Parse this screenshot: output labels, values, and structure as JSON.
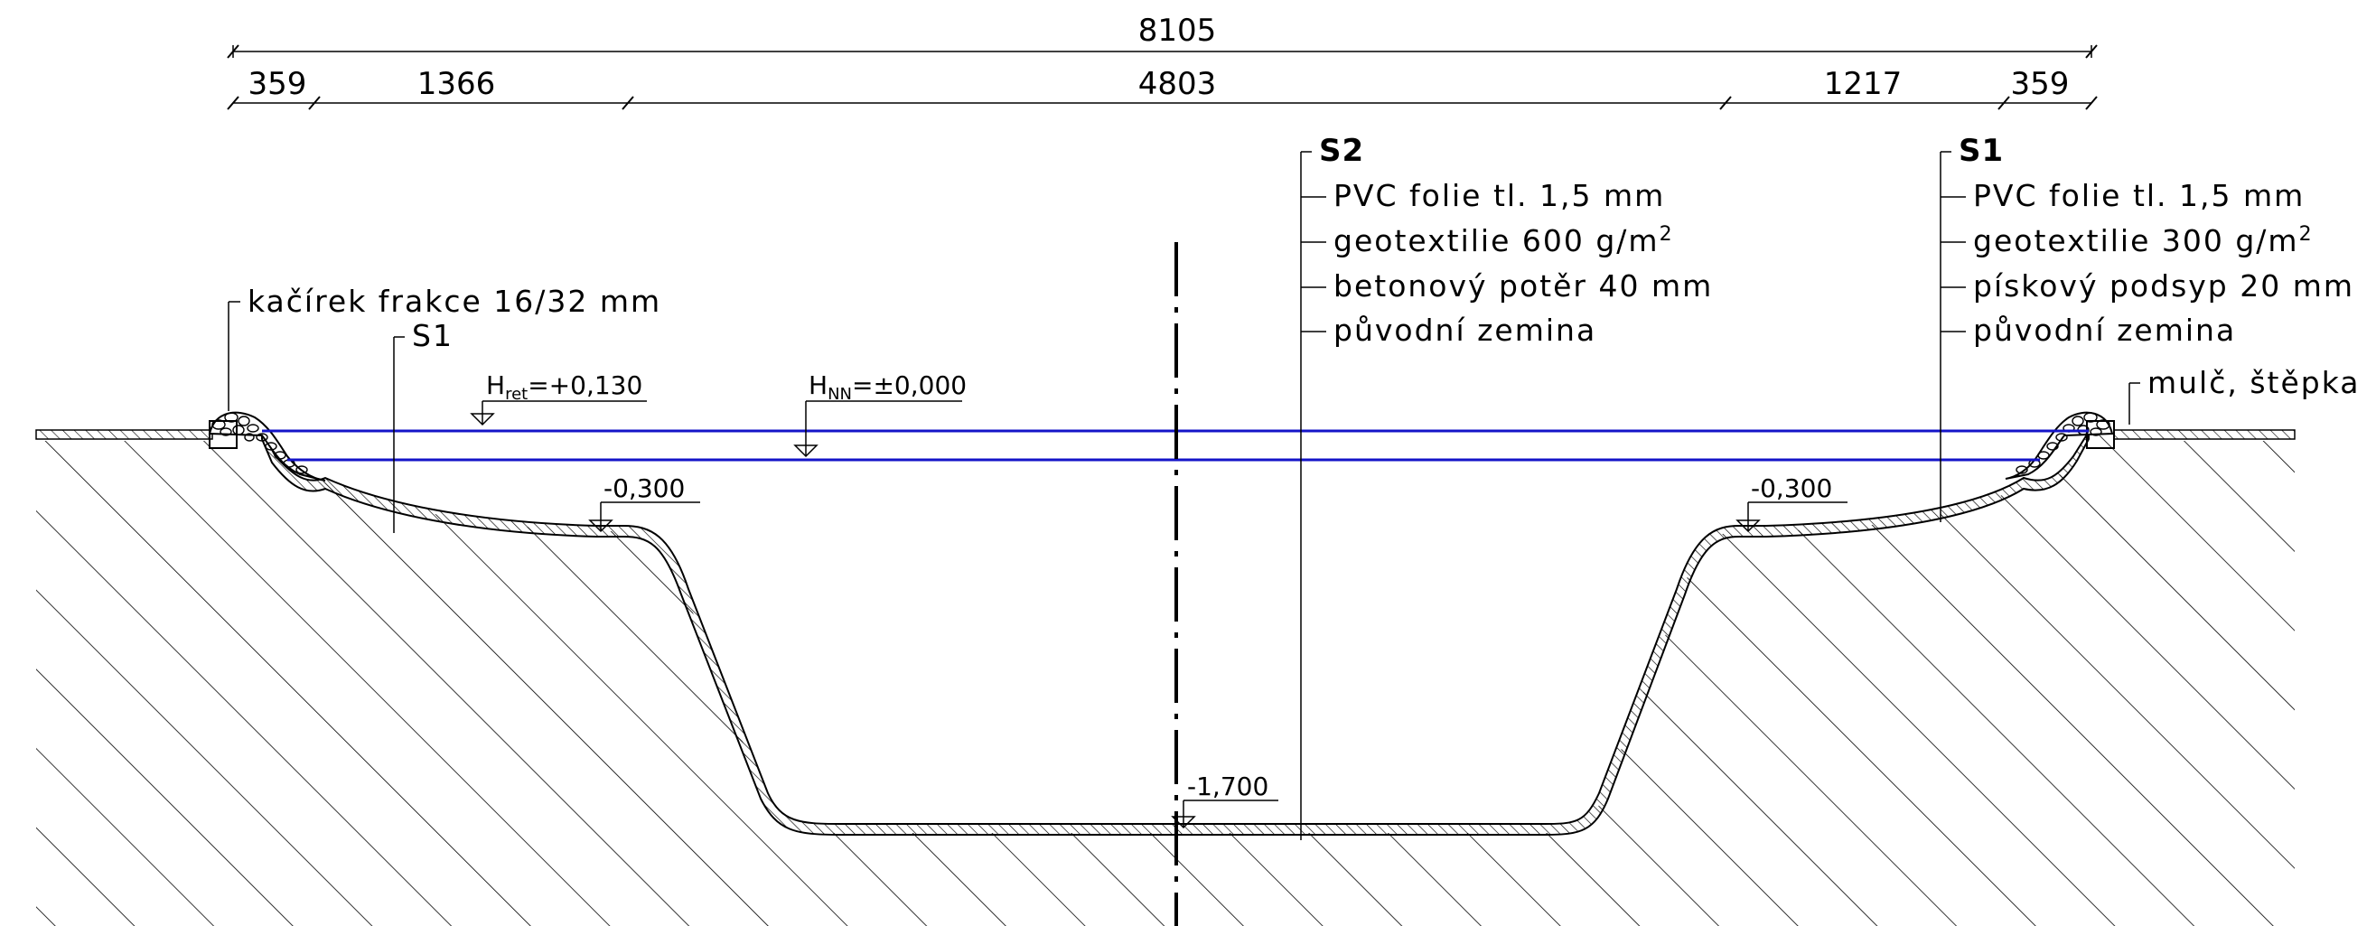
{
  "dimensions": {
    "total": "8105",
    "left_edge": "359",
    "left_slope": "1366",
    "center": "4803",
    "right_slope": "1217",
    "right_edge": "359"
  },
  "sections": {
    "s2": {
      "title": "S2",
      "layers": [
        "PVC folie tl. 1,5 mm",
        "geotextilie 600 g/m",
        "betonový potěr 40 mm",
        "původní zemina"
      ],
      "superscript": "2"
    },
    "s1": {
      "title": "S1",
      "layers": [
        "PVC folie tl. 1,5 mm",
        "geotextilie 300 g/m",
        "pískový podsyp 20 mm",
        "původní zemina"
      ],
      "superscript": "2"
    }
  },
  "labels": {
    "gravel": "kačírek frakce 16/32 mm",
    "mulch": "mulč, štěpka",
    "s1_left": "S1"
  },
  "levels": {
    "h_ret_main": "H",
    "h_ret_sub": "ret",
    "h_ret_value": "=+0,130",
    "h_nn_main": "H",
    "h_nn_sub": "NN",
    "h_nn_value": "=±0,000",
    "left_shelf": "-0,300",
    "right_shelf": "-0,300",
    "bottom": "-1,700"
  },
  "colors": {
    "water_line": "#1414c8",
    "ink": "#000000"
  }
}
